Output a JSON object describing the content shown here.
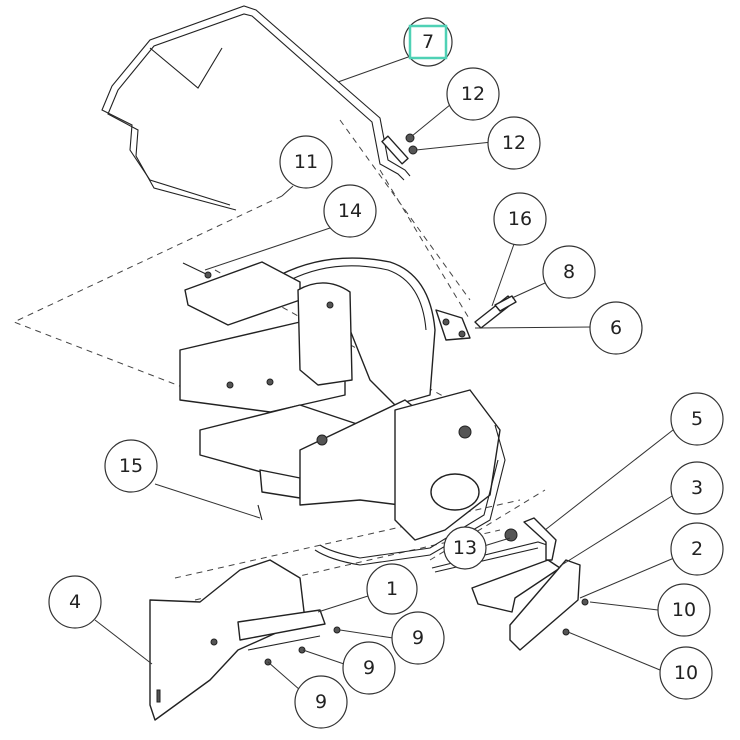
{
  "colors": {
    "highlight": "#4fd1b5",
    "line": "#222222",
    "background": "#ffffff"
  },
  "callouts": [
    {
      "id": "c7",
      "label": "7",
      "highlighted": true
    },
    {
      "id": "c12a",
      "label": "12"
    },
    {
      "id": "c12b",
      "label": "12"
    },
    {
      "id": "c11",
      "label": "11"
    },
    {
      "id": "c14",
      "label": "14"
    },
    {
      "id": "c16",
      "label": "16"
    },
    {
      "id": "c8",
      "label": "8"
    },
    {
      "id": "c6",
      "label": "6"
    },
    {
      "id": "c5",
      "label": "5"
    },
    {
      "id": "c3",
      "label": "3"
    },
    {
      "id": "c2",
      "label": "2"
    },
    {
      "id": "c15",
      "label": "15"
    },
    {
      "id": "c13",
      "label": "13"
    },
    {
      "id": "c10a",
      "label": "10"
    },
    {
      "id": "c10b",
      "label": "10"
    },
    {
      "id": "c4",
      "label": "4"
    },
    {
      "id": "c1",
      "label": "1"
    },
    {
      "id": "c9a",
      "label": "9"
    },
    {
      "id": "c9b",
      "label": "9"
    },
    {
      "id": "c9c",
      "label": "9"
    }
  ]
}
